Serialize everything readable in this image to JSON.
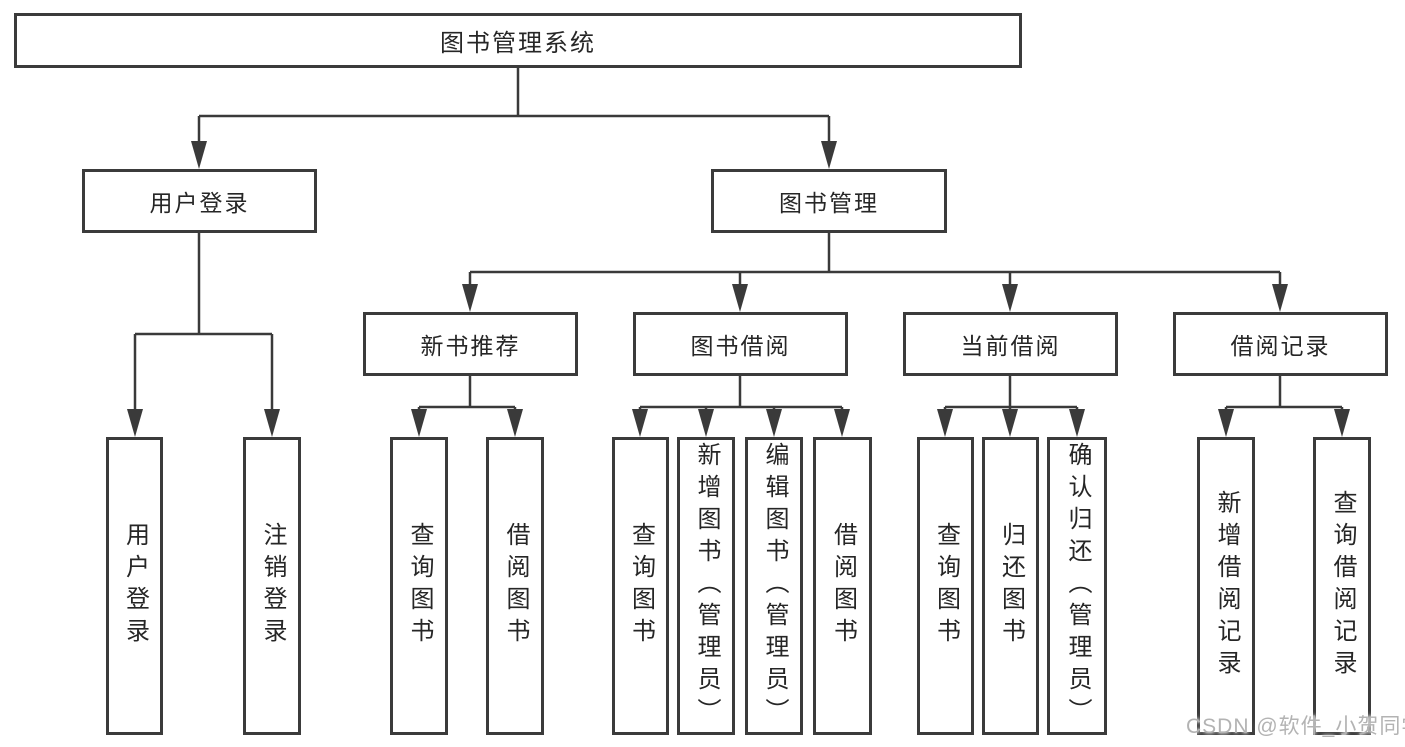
{
  "diagram": {
    "title_node": {
      "label": "图书管理系统"
    },
    "level2": [
      {
        "label": "用户登录",
        "children": [
          "用户登录",
          "注销登录"
        ]
      },
      {
        "label": "图书管理",
        "children": [
          "新书推荐",
          "图书借阅",
          "当前借阅",
          "借阅记录"
        ]
      }
    ],
    "level3": [
      {
        "label": "新书推荐",
        "parent": "图书管理",
        "children": [
          "查询图书",
          "借阅图书"
        ]
      },
      {
        "label": "图书借阅",
        "parent": "图书管理",
        "children": [
          "查询图书",
          "新增图书（管理员）",
          "编辑图书（管理员）",
          "借阅图书"
        ]
      },
      {
        "label": "当前借阅",
        "parent": "图书管理",
        "children": [
          "查询图书",
          "归还图书",
          "确认归还（管理员）"
        ]
      },
      {
        "label": "借阅记录",
        "parent": "图书管理",
        "children": [
          "新增借阅记录",
          "查询借阅记录"
        ]
      }
    ],
    "leaves": [
      {
        "label": "用户登录",
        "parent": "用户登录"
      },
      {
        "label": "注销登录",
        "parent": "用户登录"
      },
      {
        "label": "查询图书",
        "parent": "新书推荐"
      },
      {
        "label": "借阅图书",
        "parent": "新书推荐"
      },
      {
        "label": "查询图书",
        "parent": "图书借阅"
      },
      {
        "label": "新增图书（管理员）",
        "parent": "图书借阅"
      },
      {
        "label": "编辑图书（管理员）",
        "parent": "图书借阅"
      },
      {
        "label": "借阅图书",
        "parent": "图书借阅"
      },
      {
        "label": "查询图书",
        "parent": "当前借阅"
      },
      {
        "label": "归还图书",
        "parent": "当前借阅"
      },
      {
        "label": "确认归还（管理员）",
        "parent": "当前借阅"
      },
      {
        "label": "新增借阅记录",
        "parent": "借阅记录"
      },
      {
        "label": "查询借阅记录",
        "parent": "借阅记录"
      }
    ]
  },
  "colors": {
    "line": "#3a3a3a",
    "box_border": "#3b3b3b",
    "text": "#262626",
    "watermark": "#b3b3b3",
    "background": "#ffffff"
  },
  "watermark": {
    "text": "CSDN @软件_小贺同学"
  }
}
